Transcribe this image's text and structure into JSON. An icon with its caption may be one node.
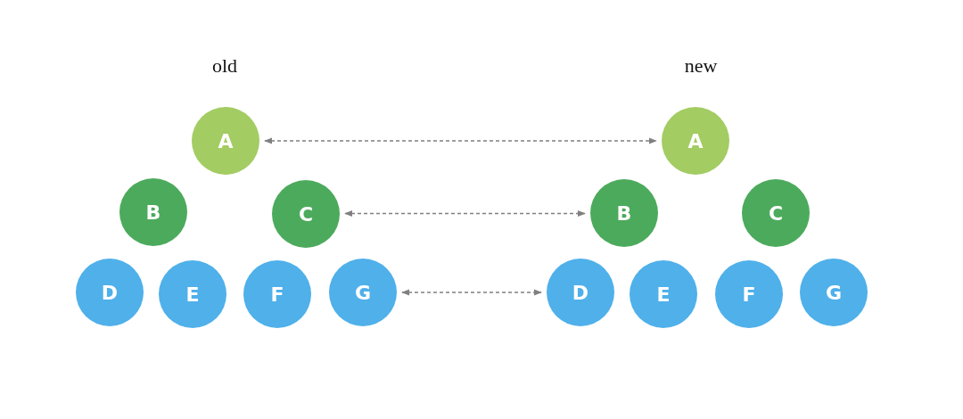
{
  "diagram": {
    "nodes": [
      {
        "text": [
          "A"
        ]
      },
      {
        "text": [
          "B"
        ]
      },
      {
        "text": [
          "C"
        ]
      },
      {
        "text": [
          "D"
        ]
      },
      {
        "text": [
          "E"
        ]
      },
      {
        "text": [
          "F"
        ]
      },
      {
        "text": [
          "G"
        ]
      },
      {
        "text": [
          "A"
        ]
      },
      {
        "text": [
          "B"
        ]
      },
      {
        "text": [
          "C"
        ]
      },
      {
        "text": [
          "D"
        ]
      },
      {
        "text": [
          "E"
        ]
      },
      {
        "text": [
          "F"
        ]
      },
      {
        "text": [
          "G"
        ]
      }
    ],
    "edges": [
      {
        "from": 0,
        "to": 7,
        "arrow": "both",
        "style": "dashed"
      },
      {
        "from": 2,
        "to": 8,
        "arrow": "both",
        "style": "dashed"
      },
      {
        "from": 6,
        "to": 10,
        "arrow": "both",
        "style": "dashed"
      }
    ],
    "labels": [
      "old",
      "new"
    ]
  }
}
